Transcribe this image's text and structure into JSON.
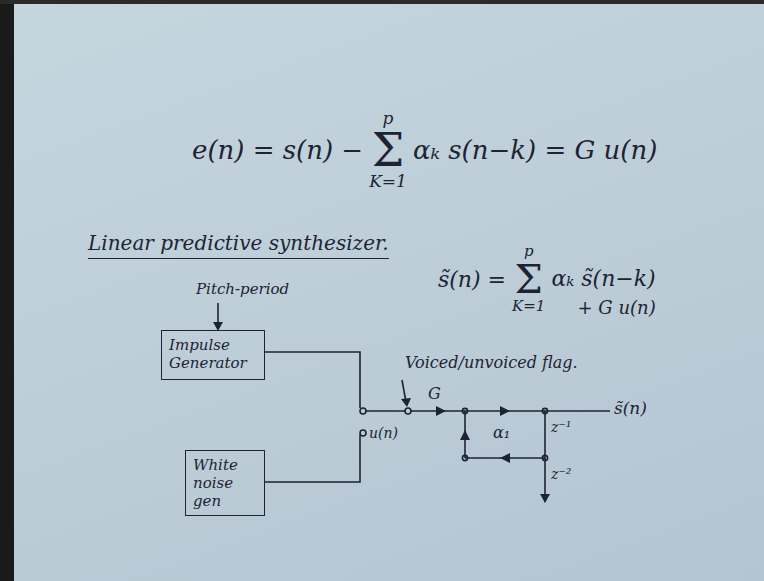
{
  "diagram": {
    "title": "Linear predictive synthesizer.",
    "nodes": [
      {
        "text": [
          "Impulse Generator"
        ]
      },
      {
        "text": [
          "White noise gen"
        ]
      }
    ],
    "labels": [
      "e(n) = s(n) −",
      "p",
      "Σ",
      "K=1",
      "αₖ s(n−k) = G u(n)",
      "s̃(n) =",
      "p",
      "Σ",
      "K=1",
      "αₖ s̃(n−k)",
      "+ G u(n)",
      "Pitch-period",
      "Voiced/unvoiced flag.",
      "G",
      "u(n)",
      "α₁",
      "z⁻¹",
      "z⁻²",
      "s̃(n)"
    ]
  }
}
